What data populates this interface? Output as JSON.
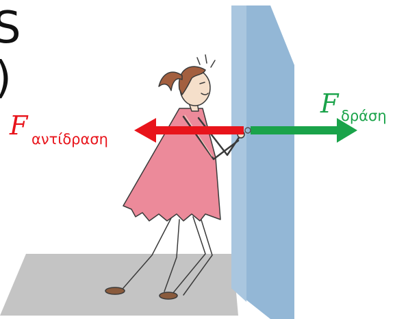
{
  "cut_text": {
    "line1": "S",
    "line2": ")"
  },
  "forces": {
    "reaction": {
      "symbol": "F",
      "subscript": "αντίδραση",
      "color": "#e8141b"
    },
    "action": {
      "symbol": "F",
      "subscript": "δράση",
      "color": "#1aa34a"
    }
  },
  "colors": {
    "wall_front": "#93b7d6",
    "wall_side": "#6b9cc4",
    "floor": "#c4c4c4",
    "dress": "#ec8a9a",
    "hair": "#a35f3f",
    "skin": "#f5dfca",
    "outline": "#3a3a3a"
  }
}
